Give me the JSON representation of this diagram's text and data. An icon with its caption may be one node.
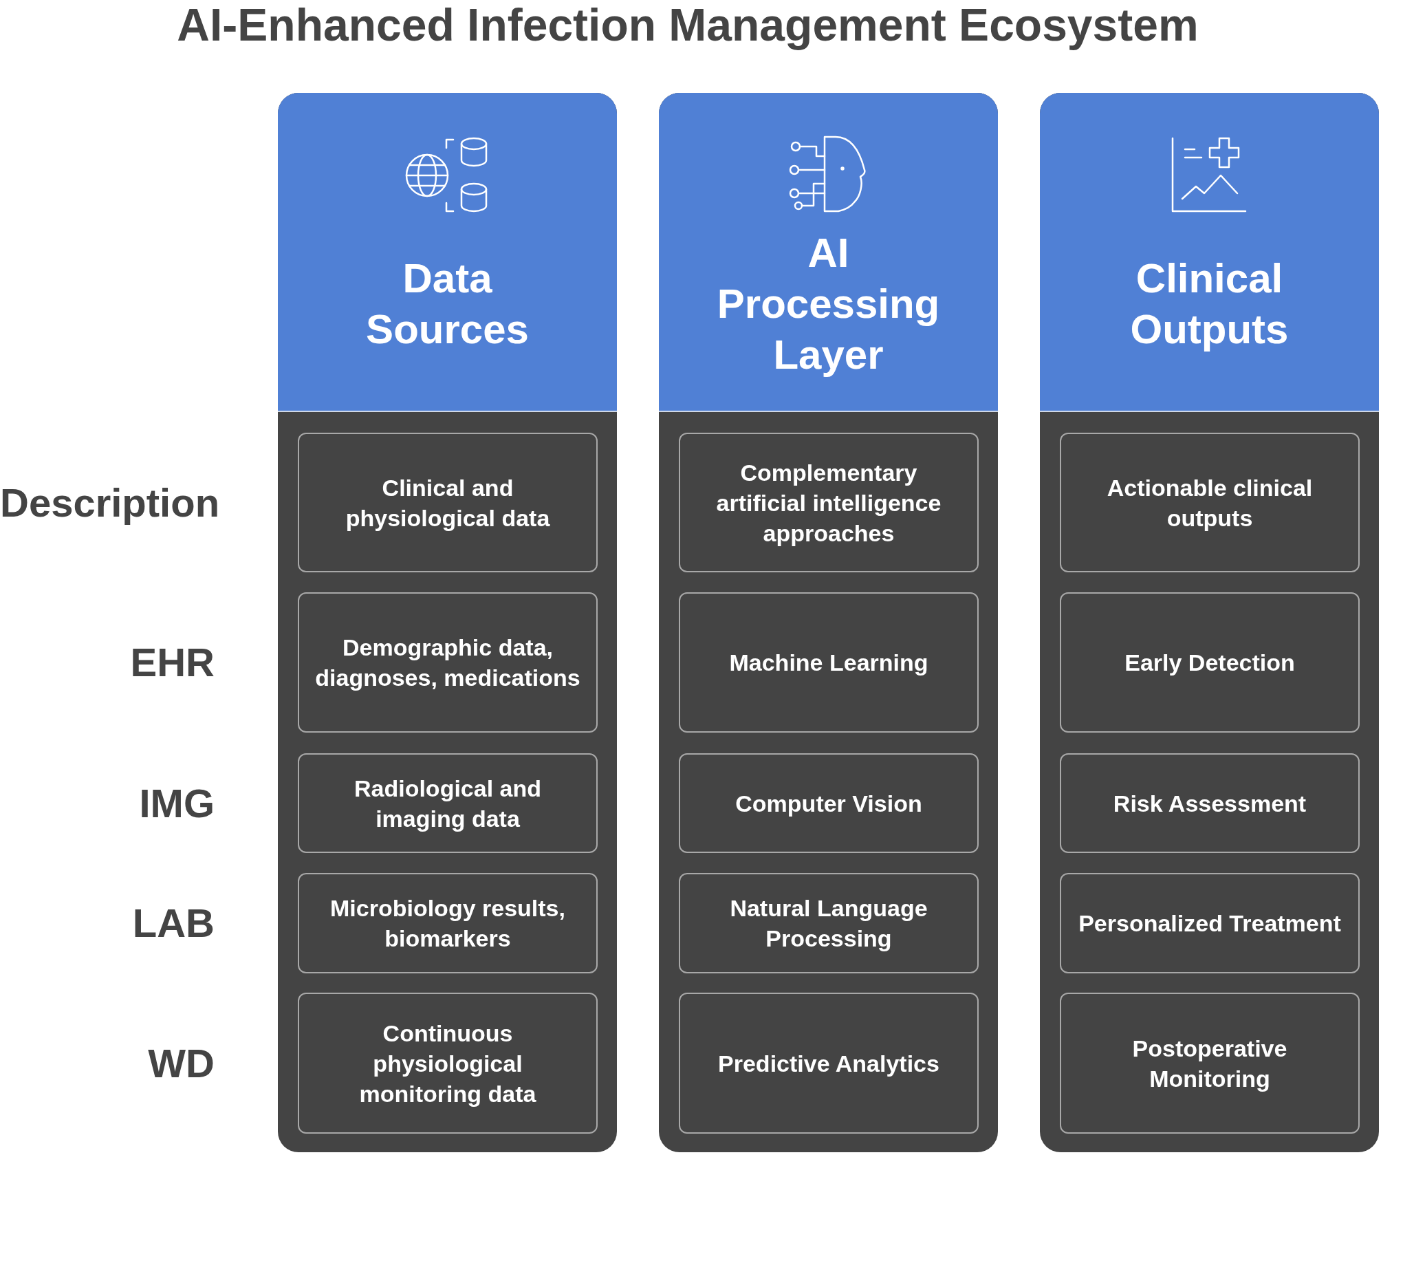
{
  "diagram": {
    "title": "AI-Enhanced Infection Management Ecosystem",
    "nodes": [
      {
        "text": [
          "Data Sources"
        ]
      },
      {
        "text": [
          "Clinical and physiological data"
        ],
        "in": 0
      },
      {
        "text": [
          "Demographic data, diagnoses, medications"
        ],
        "in": 0
      },
      {
        "text": [
          "Radiological and imaging data"
        ],
        "in": 0
      },
      {
        "text": [
          "Microbiology results, biomarkers"
        ],
        "in": 0
      },
      {
        "text": [
          "Continuous physiological monitoring data"
        ],
        "in": 0
      },
      {
        "text": [
          "AI Processing Layer"
        ]
      },
      {
        "text": [
          "Complementary artificial intelligence approaches"
        ],
        "in": 6
      },
      {
        "text": [
          "Machine Learning"
        ],
        "in": 6
      },
      {
        "text": [
          "Computer Vision"
        ],
        "in": 6
      },
      {
        "text": [
          "Natural Language Processing"
        ],
        "in": 6
      },
      {
        "text": [
          "Predictive Analytics"
        ],
        "in": 6
      },
      {
        "text": [
          "Clinical Outputs"
        ]
      },
      {
        "text": [
          "Actionable clinical outputs"
        ],
        "in": 12
      },
      {
        "text": [
          "Early Detection"
        ],
        "in": 12
      },
      {
        "text": [
          "Risk Assessment"
        ],
        "in": 12
      },
      {
        "text": [
          "Personalized Treatment"
        ],
        "in": 12
      },
      {
        "text": [
          "Postoperative Monitoring"
        ],
        "in": 12
      }
    ],
    "labels": [
      "Description",
      "EHR",
      "IMG",
      "LAB",
      "WD"
    ]
  }
}
